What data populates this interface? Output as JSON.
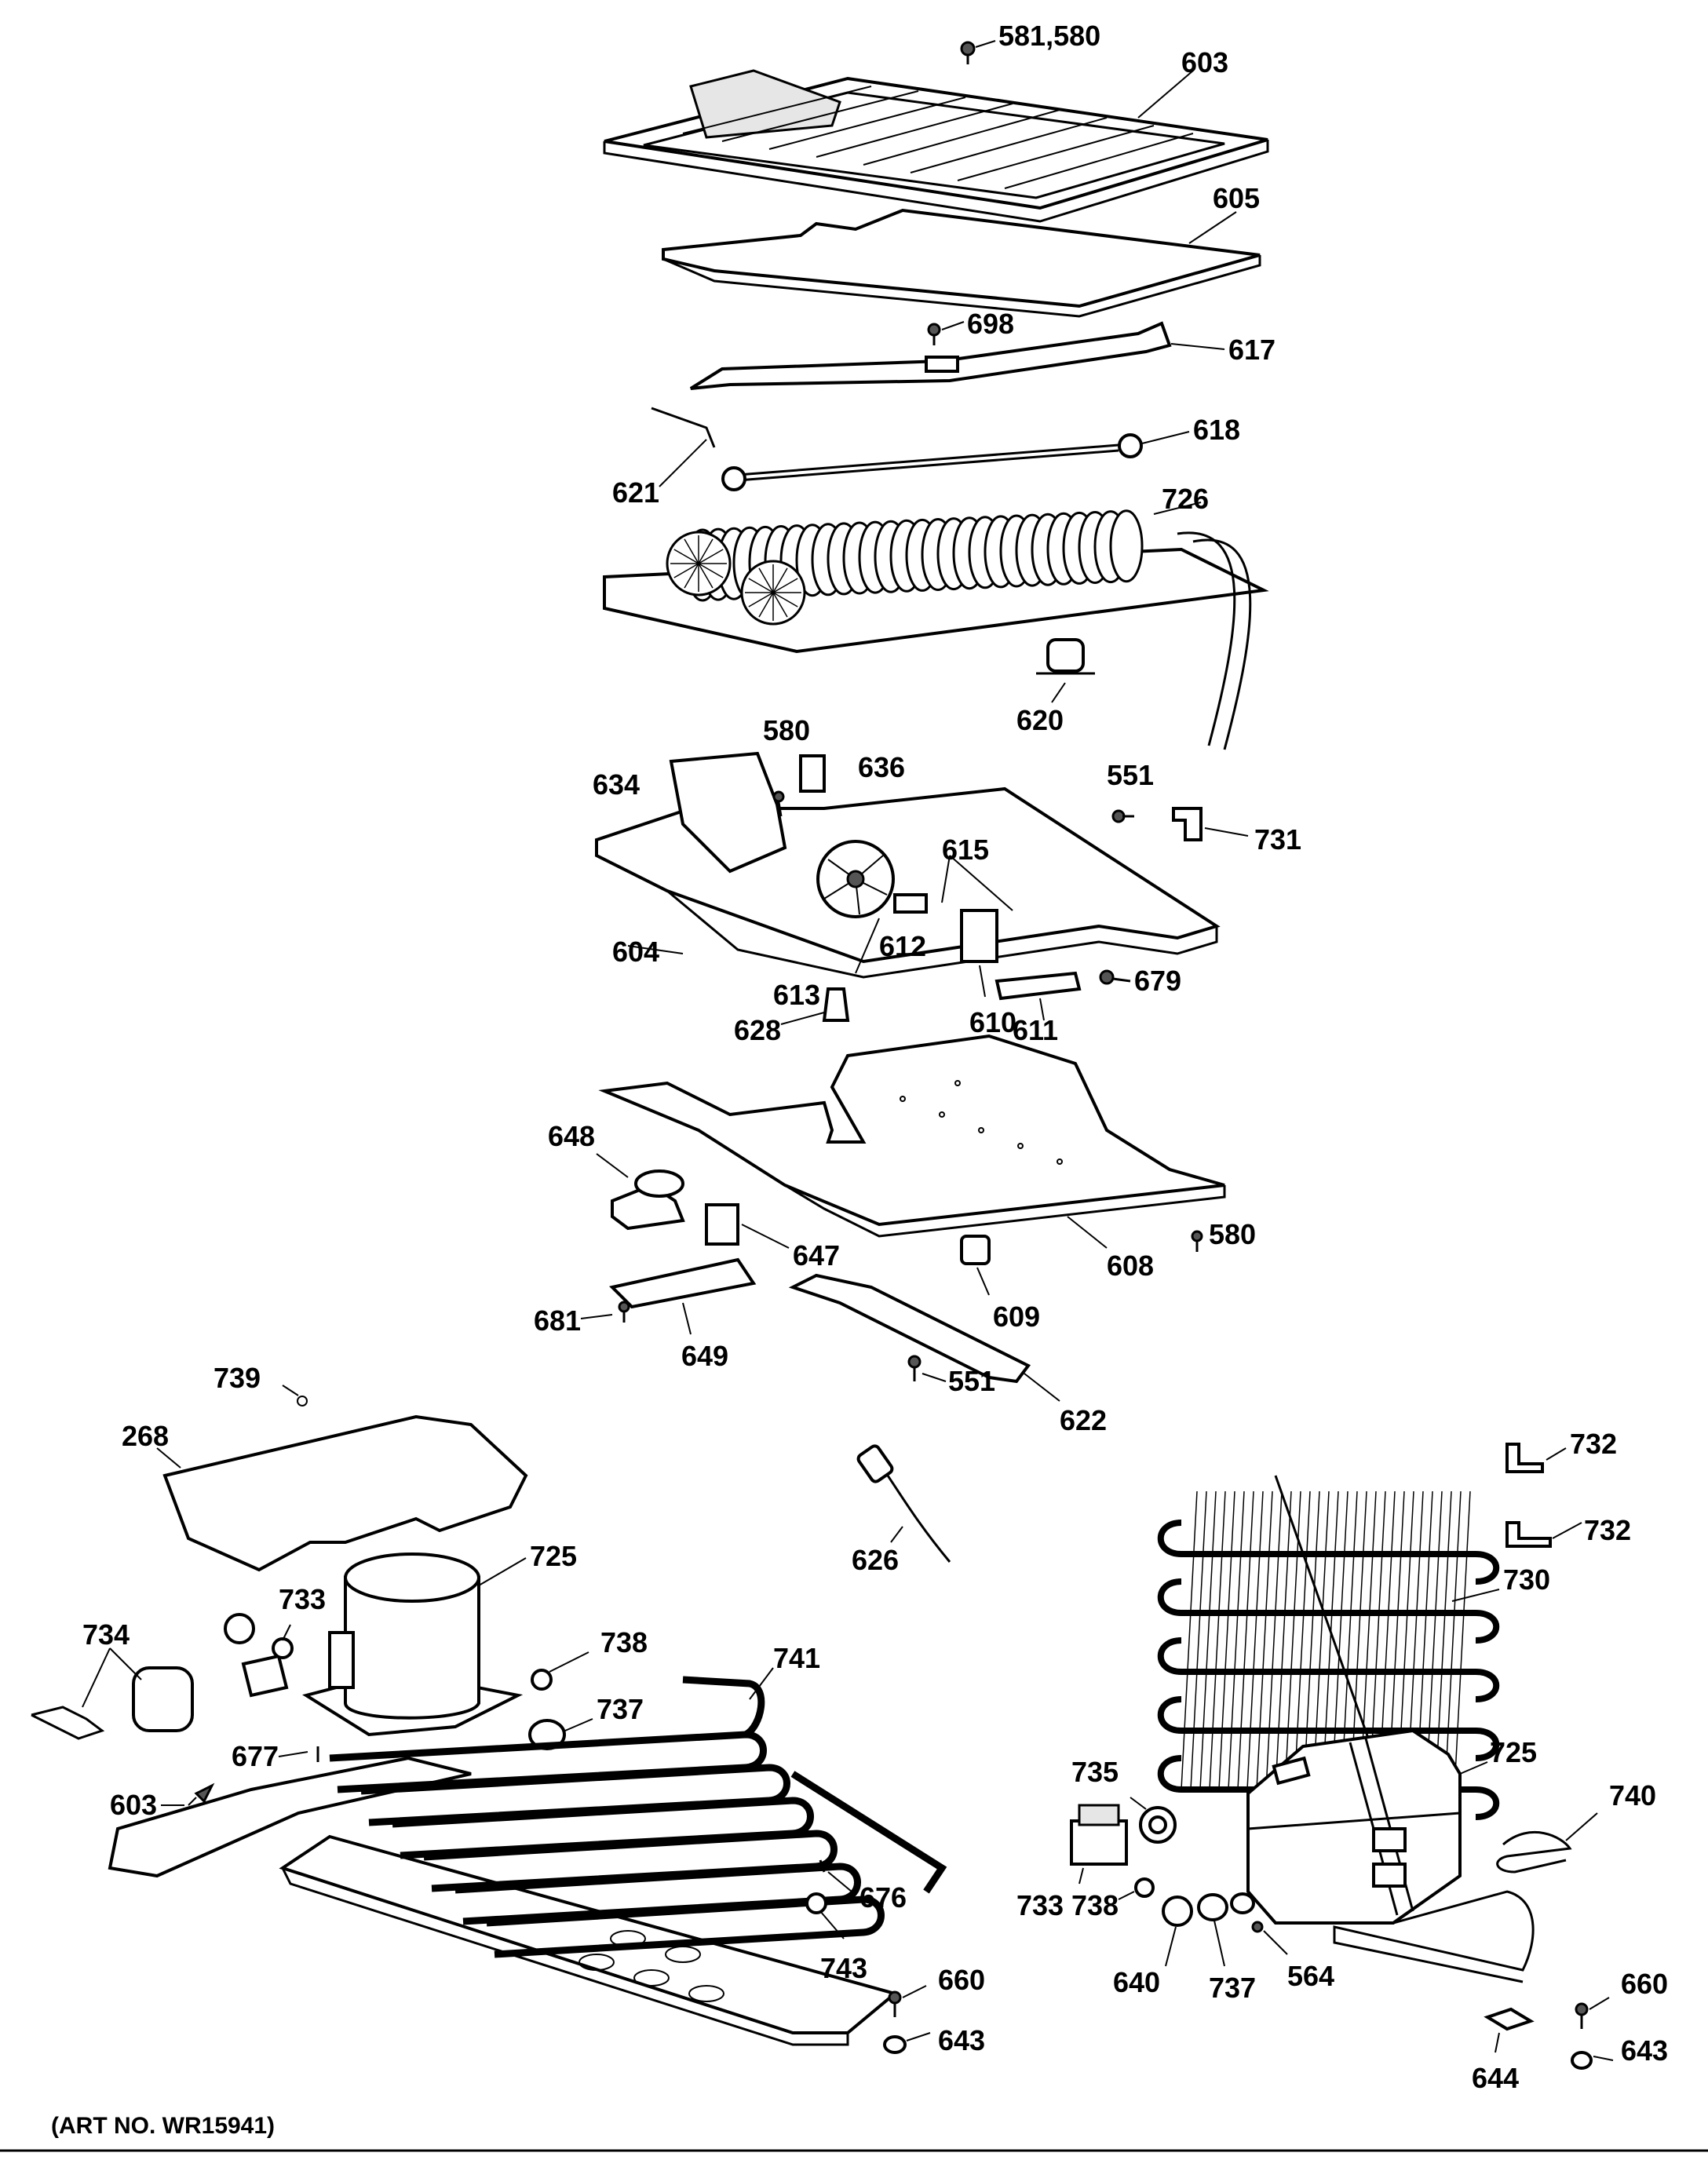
{
  "caption": "(ART NO. WR15941)",
  "callouts": [
    {
      "id": "c581-580",
      "text": "581,580"
    },
    {
      "id": "c603-top",
      "text": "603"
    },
    {
      "id": "c605",
      "text": "605"
    },
    {
      "id": "c698",
      "text": "698"
    },
    {
      "id": "c617",
      "text": "617"
    },
    {
      "id": "c618",
      "text": "618"
    },
    {
      "id": "c621",
      "text": "621"
    },
    {
      "id": "c726",
      "text": "726"
    },
    {
      "id": "c620",
      "text": "620"
    },
    {
      "id": "c580-a",
      "text": "580"
    },
    {
      "id": "c636",
      "text": "636"
    },
    {
      "id": "c634",
      "text": "634"
    },
    {
      "id": "c551-a",
      "text": "551"
    },
    {
      "id": "c731",
      "text": "731"
    },
    {
      "id": "c615",
      "text": "615"
    },
    {
      "id": "c604",
      "text": "604"
    },
    {
      "id": "c612",
      "text": "612"
    },
    {
      "id": "c613",
      "text": "613"
    },
    {
      "id": "c679",
      "text": "679"
    },
    {
      "id": "c628",
      "text": "628"
    },
    {
      "id": "c610",
      "text": "610"
    },
    {
      "id": "c611",
      "text": "611"
    },
    {
      "id": "c648",
      "text": "648"
    },
    {
      "id": "c647",
      "text": "647"
    },
    {
      "id": "c580-b",
      "text": "580"
    },
    {
      "id": "c608",
      "text": "608"
    },
    {
      "id": "c609",
      "text": "609"
    },
    {
      "id": "c681",
      "text": "681"
    },
    {
      "id": "c649",
      "text": "649"
    },
    {
      "id": "c739",
      "text": "739"
    },
    {
      "id": "c551-b",
      "text": "551"
    },
    {
      "id": "c622",
      "text": "622"
    },
    {
      "id": "c268",
      "text": "268"
    },
    {
      "id": "c732-a",
      "text": "732"
    },
    {
      "id": "c732-b",
      "text": "732"
    },
    {
      "id": "c626",
      "text": "626"
    },
    {
      "id": "c725-a",
      "text": "725"
    },
    {
      "id": "c730",
      "text": "730"
    },
    {
      "id": "c733-a",
      "text": "733"
    },
    {
      "id": "c738-a",
      "text": "738"
    },
    {
      "id": "c734",
      "text": "734"
    },
    {
      "id": "c741",
      "text": "741"
    },
    {
      "id": "c737-a",
      "text": "737"
    },
    {
      "id": "c677",
      "text": "677"
    },
    {
      "id": "c603-b",
      "text": "603"
    },
    {
      "id": "c735",
      "text": "735"
    },
    {
      "id": "c725-b",
      "text": "725"
    },
    {
      "id": "c740",
      "text": "740"
    },
    {
      "id": "c733-b",
      "text": "733"
    },
    {
      "id": "c738-b",
      "text": "738"
    },
    {
      "id": "c676",
      "text": "676"
    },
    {
      "id": "c743",
      "text": "743"
    },
    {
      "id": "c640",
      "text": "640"
    },
    {
      "id": "c737-b",
      "text": "737"
    },
    {
      "id": "c564",
      "text": "564"
    },
    {
      "id": "c660-a",
      "text": "660"
    },
    {
      "id": "c660-b",
      "text": "660"
    },
    {
      "id": "c643-a",
      "text": "643"
    },
    {
      "id": "c643-b",
      "text": "643"
    },
    {
      "id": "c644",
      "text": "644"
    }
  ]
}
